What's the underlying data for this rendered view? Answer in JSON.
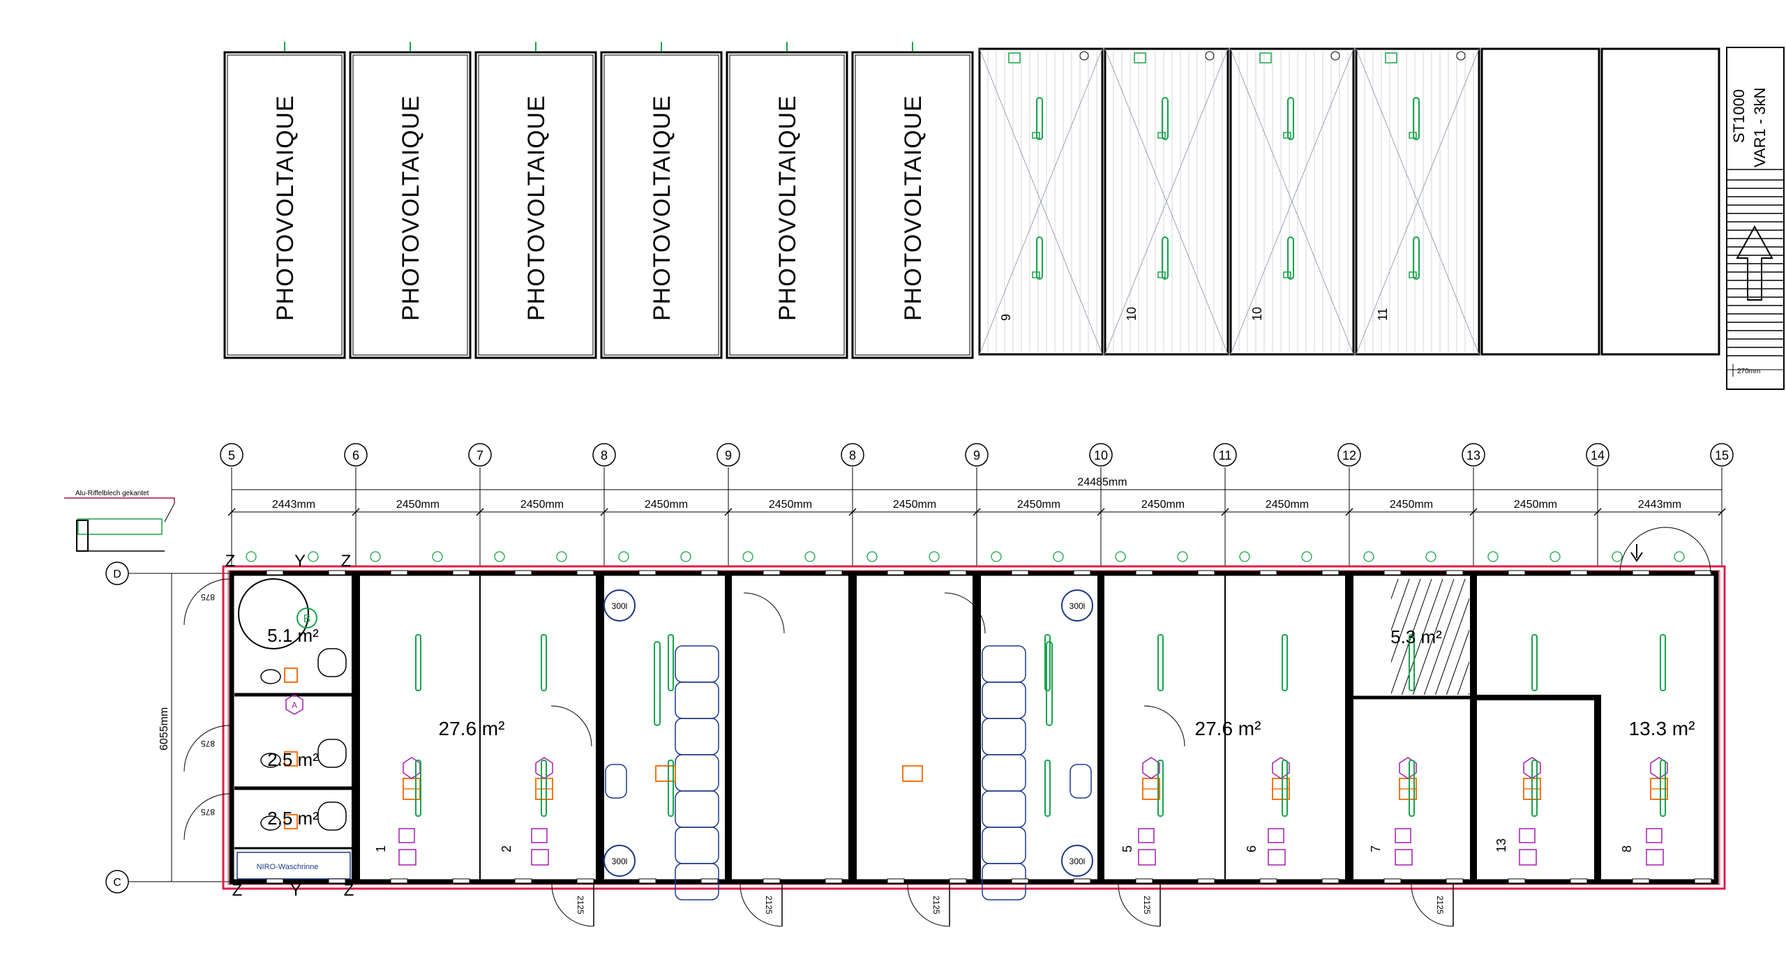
{
  "roof": {
    "pv_label": "PHOTOVOLTAIQUE",
    "panel_numbers": [
      "9",
      "10",
      "10",
      "11"
    ],
    "stair_label_1": "ST1000",
    "stair_label_2": "VAR1 - 3kN",
    "stair_dim": "270mm"
  },
  "grid": {
    "axes": [
      "5",
      "6",
      "7",
      "8",
      "9",
      "8",
      "9",
      "10",
      "11",
      "12",
      "13",
      "14",
      "15"
    ],
    "rows": [
      "D",
      "C"
    ],
    "total_dim": "24485mm",
    "bay_dims": [
      "2443mm",
      "2450mm",
      "2450mm",
      "2450mm",
      "2450mm",
      "2450mm",
      "2450mm",
      "2450mm",
      "2450mm",
      "2450mm",
      "2450mm",
      "2443mm"
    ],
    "depth_dim": "6055mm"
  },
  "detail": {
    "label": "Alu-Riffelblech gekantet"
  },
  "section_marks": {
    "z": "Z",
    "y": "Y"
  },
  "rooms": {
    "areas": [
      "5.1 m²",
      "2.5 m²",
      "2.5 m²",
      "27.6 m²",
      "27.6 m²",
      "5.3 m²",
      "13.3 m²"
    ],
    "numbers": [
      "1",
      "2",
      "5",
      "6",
      "7",
      "13",
      "8"
    ],
    "sink_label": "NIRO-Waschrinne"
  },
  "symbols": {
    "b": "B",
    "a": "A",
    "w300": "300l",
    "d875": "875",
    "d2125": "2125"
  }
}
